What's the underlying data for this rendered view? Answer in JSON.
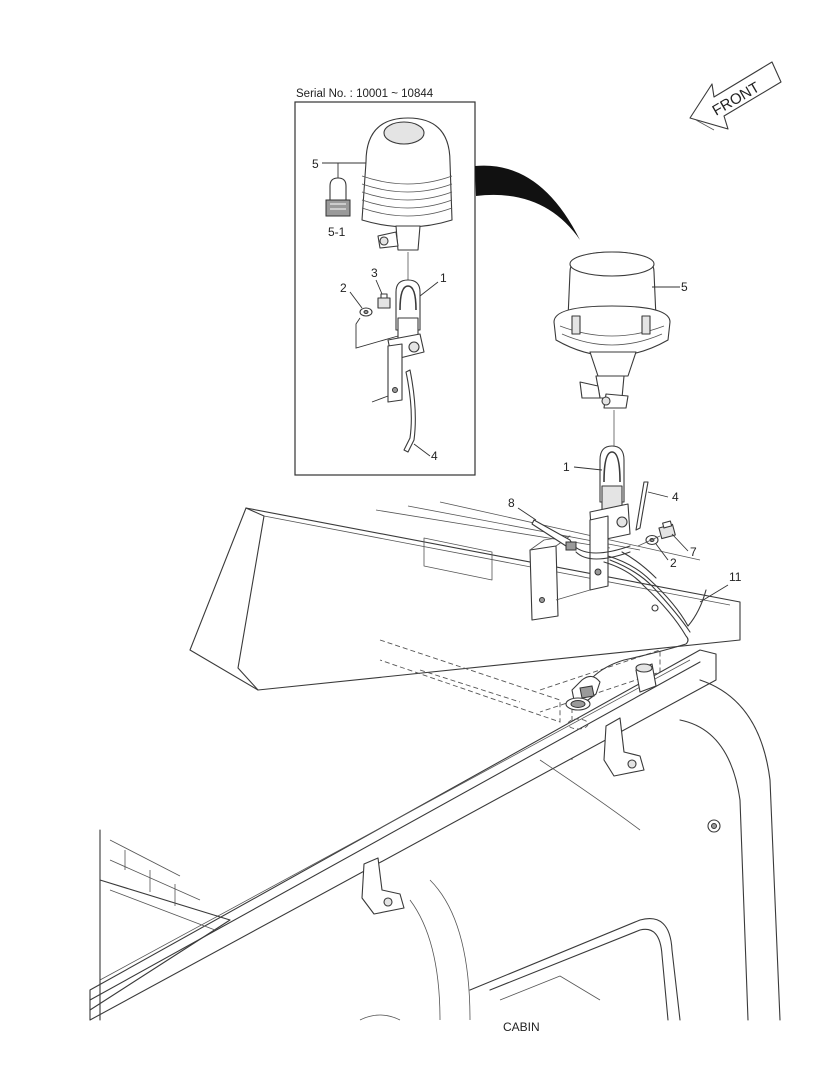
{
  "diagram": {
    "serial_note": "Serial No. : 10001 ~ 10844",
    "front_label": "FRONT",
    "cabin_label": "CABIN",
    "inset_callouts": {
      "c1": "1",
      "c2": "2",
      "c3": "3",
      "c4": "4",
      "c5": "5",
      "c5_1": "5-1"
    },
    "main_callouts": {
      "c1": "1",
      "c2": "2",
      "c4": "4",
      "c5": "5",
      "c7": "7",
      "c8": "8",
      "c11": "11"
    }
  }
}
